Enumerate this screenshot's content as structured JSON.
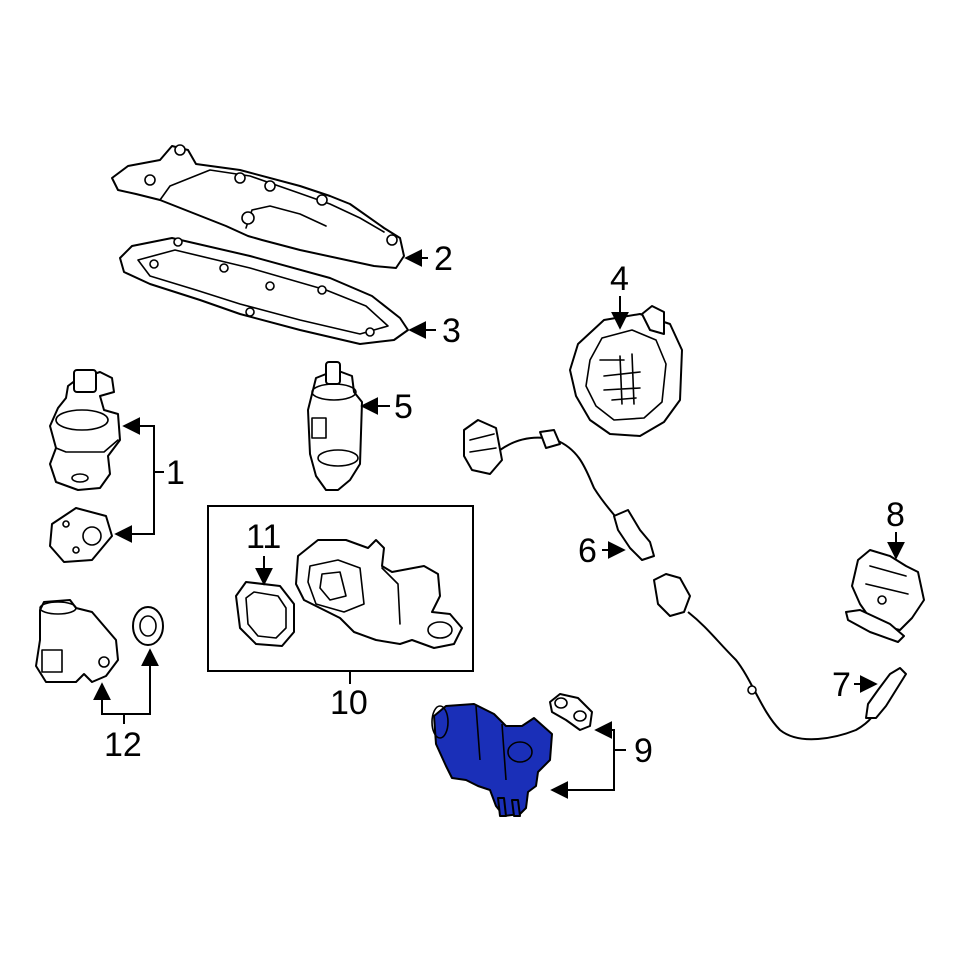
{
  "diagram": {
    "highlight_color": "#1a2fb8",
    "callouts": {
      "c1": "1",
      "c2": "2",
      "c3": "3",
      "c4": "4",
      "c5": "5",
      "c6": "6",
      "c7": "7",
      "c8": "8",
      "c9": "9",
      "c10": "10",
      "c11": "11",
      "c12": "12"
    }
  }
}
